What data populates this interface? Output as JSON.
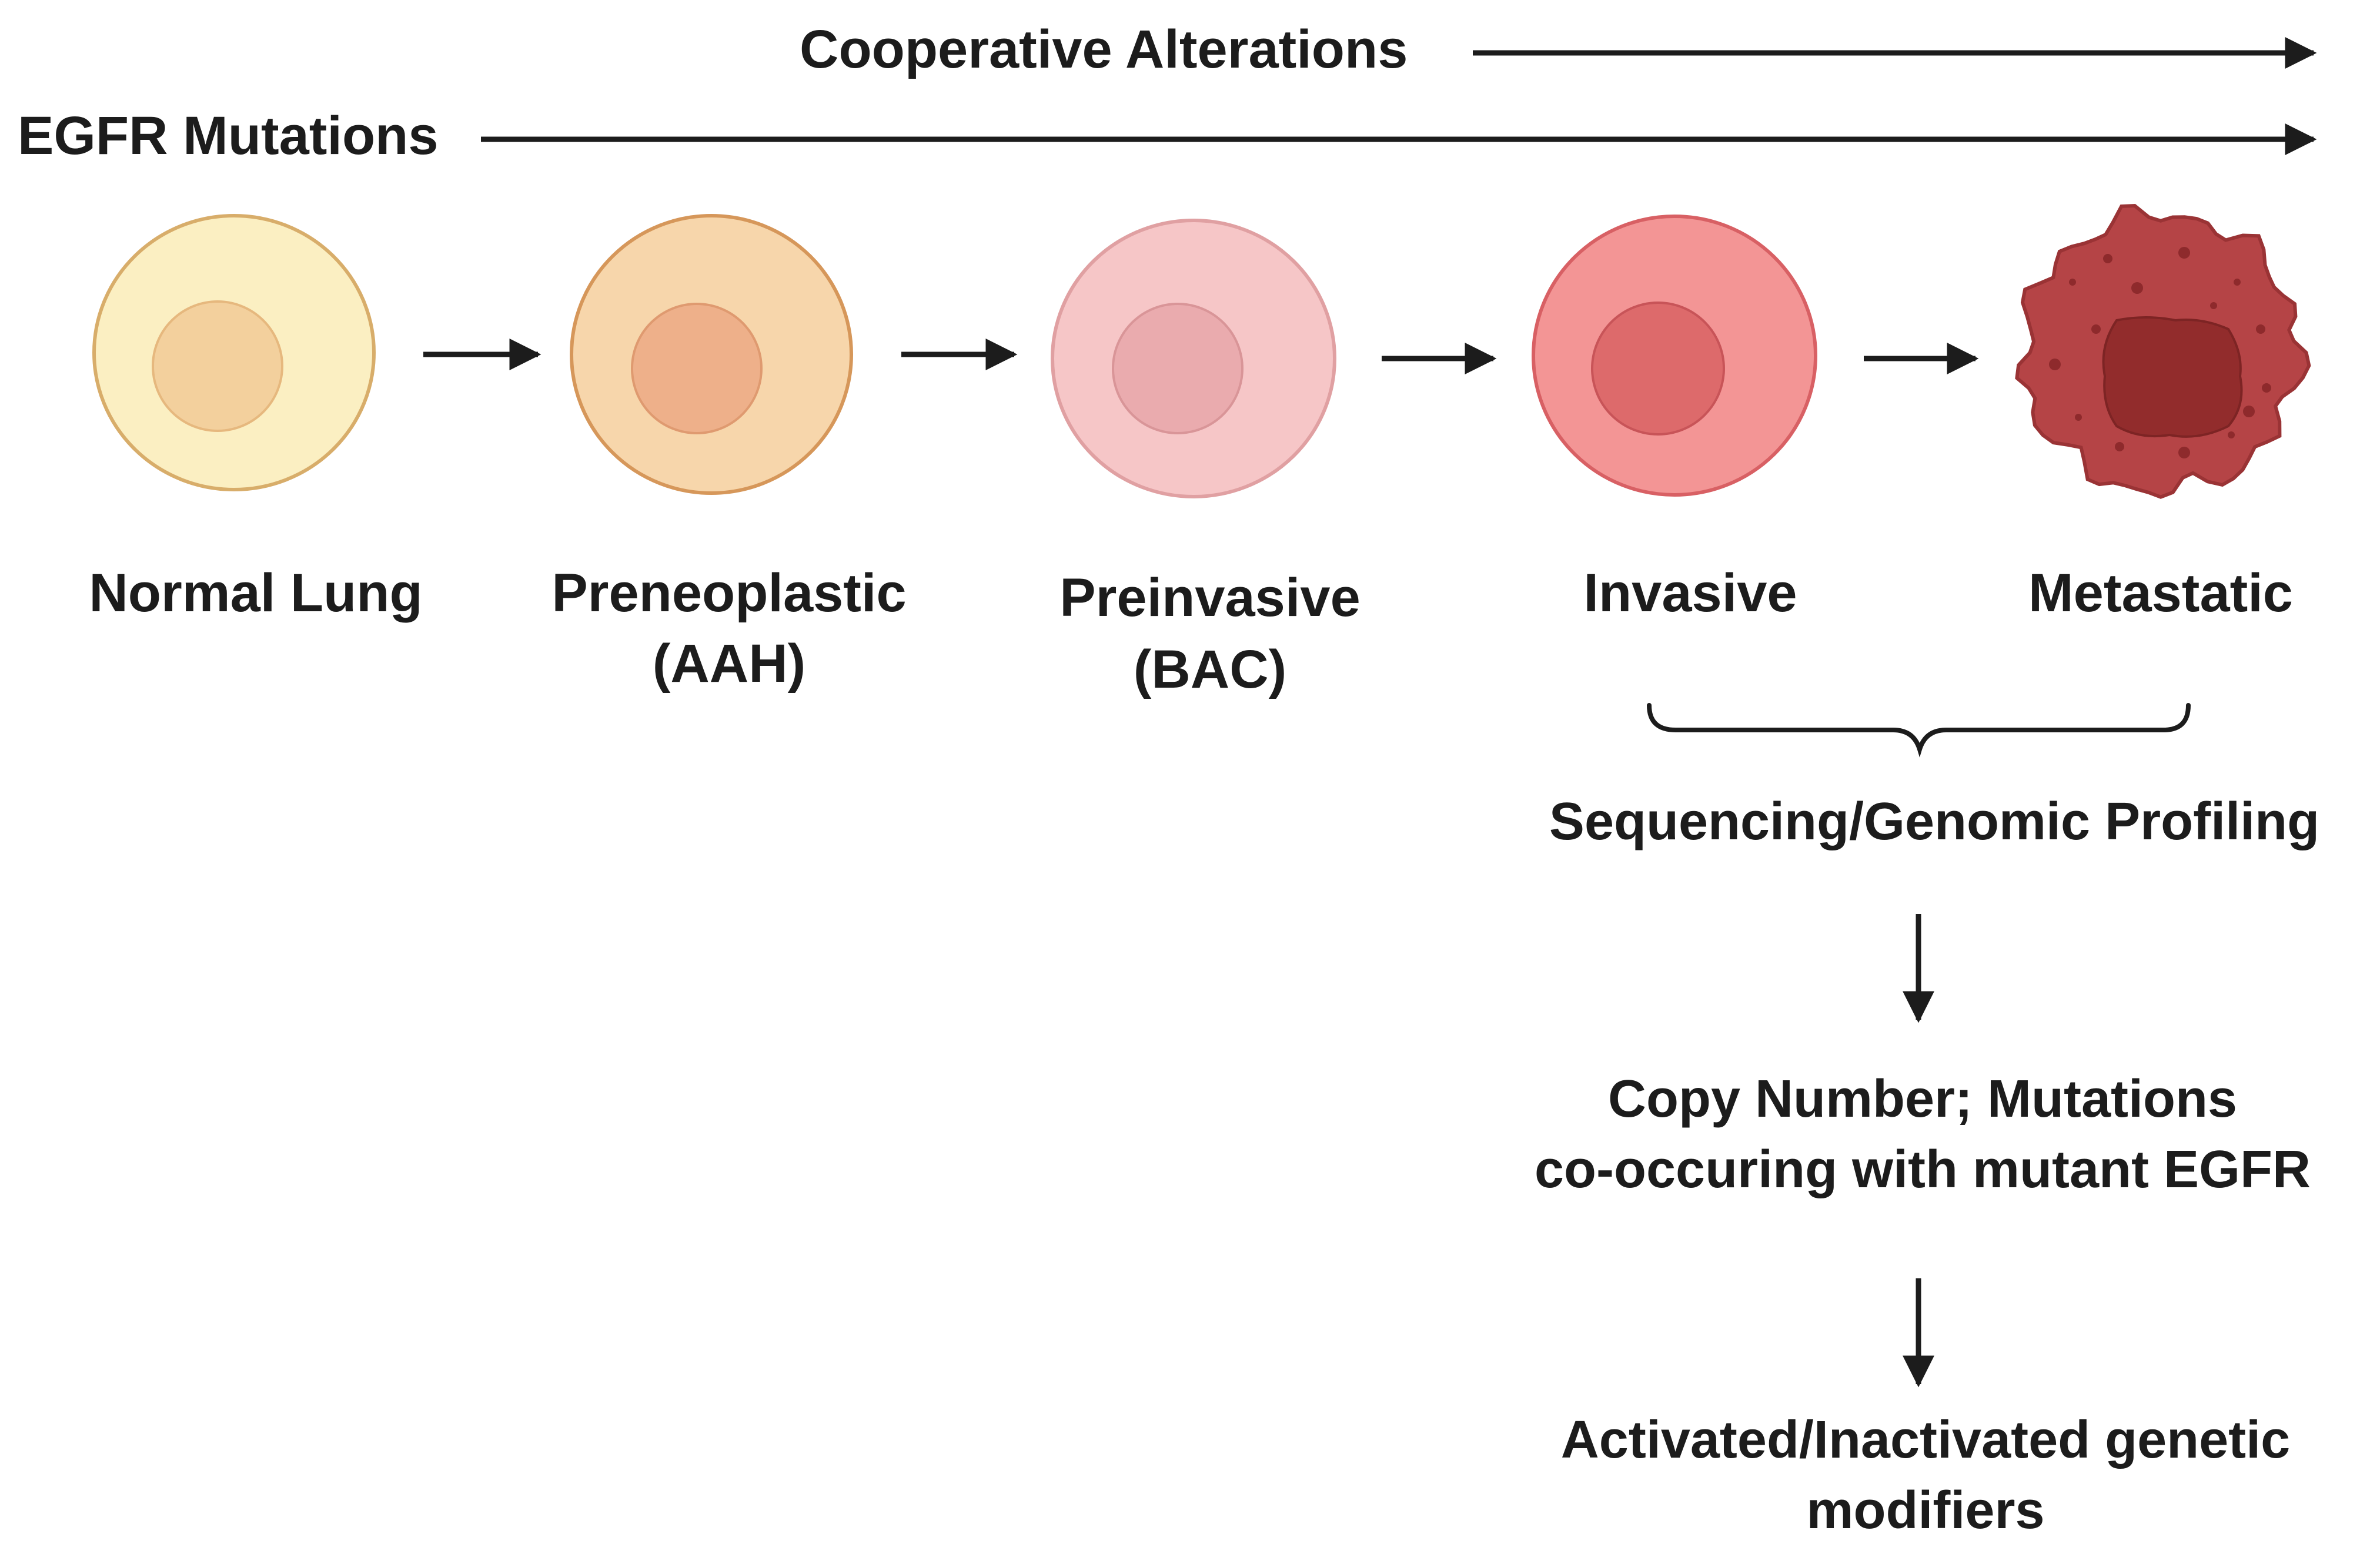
{
  "timeline": {
    "cooperative_label": "Cooperative Alterations",
    "egfr_label": "EGFR Mutations"
  },
  "stages": [
    {
      "line1": "Normal Lung",
      "line2": "",
      "fill": "#fbefc2",
      "stroke": "#d8ad6a",
      "nucleus": "#f3d09d",
      "nucleus_stroke": "#e6b87e"
    },
    {
      "line1": "Preneoplastic",
      "line2": "(AAH)",
      "fill": "#f7d6ab",
      "stroke": "#d6975a",
      "nucleus": "#eeb08a",
      "nucleus_stroke": "#df9a70"
    },
    {
      "line1": "Preinvasive",
      "line2": "(BAC)",
      "fill": "#f6c6c7",
      "stroke": "#e0a0a2",
      "nucleus": "#eaabae",
      "nucleus_stroke": "#d99598"
    },
    {
      "line1": "Invasive",
      "line2": "",
      "fill": "#f39595",
      "stroke": "#d86064",
      "nucleus": "#dd6a6b",
      "nucleus_stroke": "#c85458"
    },
    {
      "line1": "Metastatic",
      "line2": "",
      "fill": "#b54446",
      "stroke": "#9a3335",
      "nucleus": "#922c2c",
      "nucleus_stroke": "#7d2424"
    }
  ],
  "workflow": {
    "step1": "Sequencing/Genomic Profiling",
    "step2_line1": "Copy Number; Mutations",
    "step2_line2": "co-occuring with mutant EGFR",
    "step3_line1": "Activated/Inactivated genetic",
    "step3_line2": "modifiers"
  },
  "colors": {
    "text": "#1c1c1c",
    "arrow": "#1c1c1c"
  }
}
